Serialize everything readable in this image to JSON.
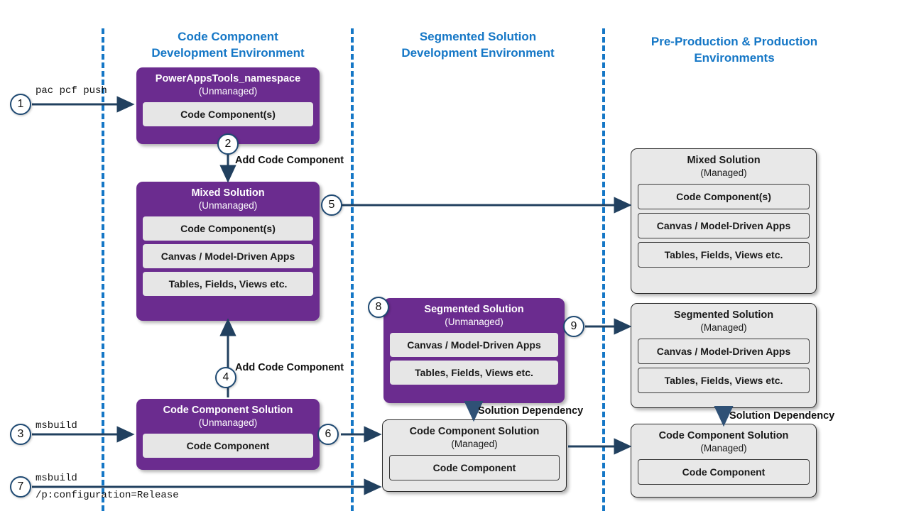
{
  "lanes": [
    {
      "id": "lane-code-component-dev",
      "title": "Code Component\nDevelopment Environment"
    },
    {
      "id": "lane-segmented-solution-dev",
      "title": "Segmented Solution\nDevelopment Environment"
    },
    {
      "id": "lane-preprod-prod",
      "title": "Pre-Production & Production\nEnvironments"
    }
  ],
  "boxes": {
    "powerappstools": {
      "title": "PowerAppsTools_namespace",
      "state": "(Unmanaged)",
      "items": [
        "Code Component(s)"
      ]
    },
    "mixed_unmanaged": {
      "title": "Mixed Solution",
      "state": "(Unmanaged)",
      "items": [
        "Code Component(s)",
        "Canvas / Model-Driven Apps",
        "Tables, Fields, Views etc."
      ]
    },
    "code_component_solution_unmanaged": {
      "title": "Code Component Solution",
      "state": "(Unmanaged)",
      "items": [
        "Code Component"
      ]
    },
    "segmented_unmanaged": {
      "title": "Segmented Solution",
      "state": "(Unmanaged)",
      "items": [
        "Canvas / Model-Driven Apps",
        "Tables, Fields, Views etc."
      ]
    },
    "code_component_solution_managed_mid": {
      "title": "Code Component Solution",
      "state": "(Managed)",
      "items": [
        "Code Component"
      ]
    },
    "mixed_managed": {
      "title": "Mixed Solution",
      "state": "(Managed)",
      "items": [
        "Code Component(s)",
        "Canvas / Model-Driven Apps",
        "Tables, Fields, Views etc."
      ]
    },
    "segmented_managed": {
      "title": "Segmented Solution",
      "state": "(Managed)",
      "items": [
        "Canvas / Model-Driven Apps",
        "Tables, Fields, Views etc."
      ]
    },
    "code_component_solution_managed_prod": {
      "title": "Code Component Solution",
      "state": "(Managed)",
      "items": [
        "Code Component"
      ]
    }
  },
  "steps": {
    "s1": "1",
    "s2": "2",
    "s3": "3",
    "s4": "4",
    "s5": "5",
    "s6": "6",
    "s7": "7",
    "s8": "8",
    "s9": "9"
  },
  "labels": {
    "cmd_pac_pcf_push": "pac pcf push",
    "cmd_msbuild_1": "msbuild",
    "cmd_msbuild_2": "msbuild",
    "cmd_msbuild_2_args": "/p:configuration=Release",
    "add_code_component_top": "Add Code Component",
    "add_code_component_bottom": "Add Code Component",
    "solution_dependency_mid": "Solution Dependency",
    "solution_dependency_right": "Solution Dependency"
  },
  "colors": {
    "accent_blue": "#1577C6",
    "unmanaged_purple": "#6B2C8F",
    "managed_gray": "#E8E8E8",
    "arrow_navy": "#21405F",
    "badge_border": "#1F4A73"
  }
}
